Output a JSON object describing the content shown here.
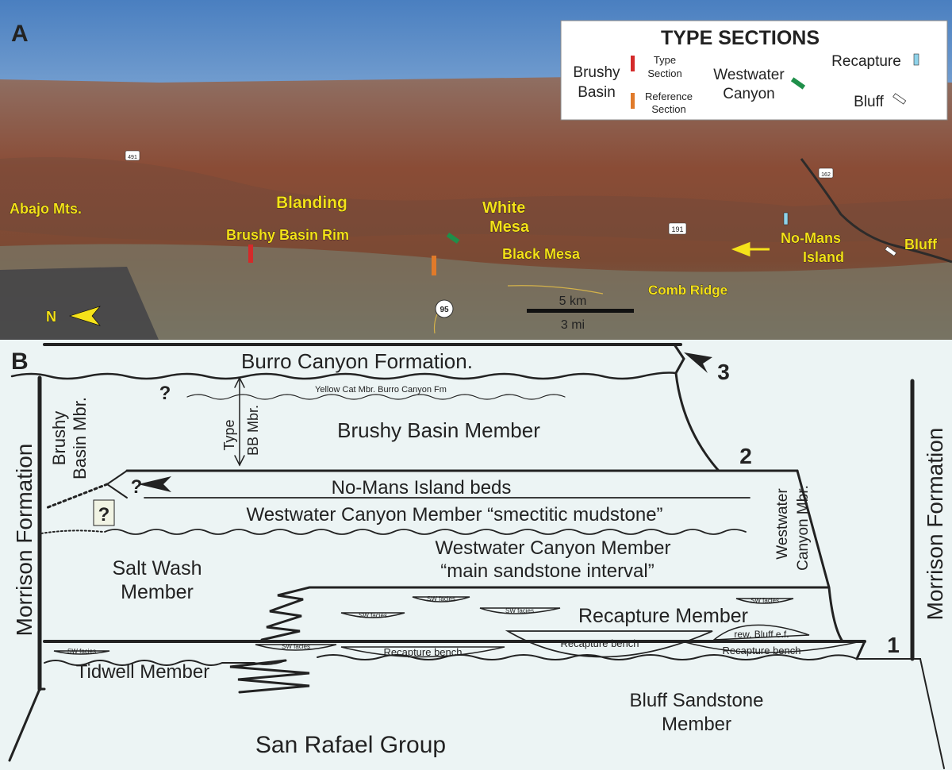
{
  "panel_a": {
    "letter": "A",
    "legend": {
      "title": "TYPE SECTIONS",
      "brushy_basin_line1": "Brushy",
      "brushy_basin_line2": "Basin",
      "type_section_line1": "Type",
      "type_section_line2": "Section",
      "reference_section_line1": "Reference",
      "reference_section_line2": "Section",
      "westwater_line1": "Westwater",
      "westwater_line2": "Canyon",
      "recapture": "Recapture",
      "bluff": "Bluff",
      "colors": {
        "type_section": "#d42a2a",
        "reference_section": "#e07a2a",
        "westwater": "#1f8f4a",
        "recapture": "#8fd3ea",
        "bluff": "#ffffff"
      }
    },
    "places": {
      "abajo": "Abajo Mts.",
      "blanding": "Blanding",
      "white_mesa_1": "White",
      "white_mesa_2": "Mesa",
      "brushy_basin_rim": "Brushy Basin Rim",
      "black_mesa": "Black Mesa",
      "no_mans_1": "No-Mans",
      "no_mans_2": "Island",
      "bluff": "Bluff",
      "comb_ridge": "Comb Ridge"
    },
    "roads": {
      "r491": "491",
      "r162": "162",
      "r191": "191",
      "r95": "95"
    },
    "north": "N",
    "scale": {
      "km": "5 km",
      "mi": "3 mi"
    }
  },
  "panel_b": {
    "letter": "B",
    "burro_canyon": "Burro Canyon Formation.",
    "yellow_cat": "Yellow Cat Mbr. Burro Canyon Fm",
    "brushy_basin_member": "Brushy Basin Member",
    "type_bb_1": "Type",
    "type_bb_2": "BB Mbr.",
    "brushy_basin_mbr_1": "Brushy",
    "brushy_basin_mbr_2": "Basin Mbr.",
    "morrison": "Morrison Formation",
    "question": "?",
    "no_mans_beds": "No-Mans Island beds",
    "smectitic": "Westwater Canyon Member “smectitic mudstone”",
    "ww_main_1": "Westwater Canyon Member",
    "ww_main_2": "“main sandstone interval”",
    "ww_mbr_1": "Westwater",
    "ww_mbr_2": "Canyon Mbr.",
    "salt_wash_1": "Salt Wash",
    "salt_wash_2": "Member",
    "recapture_member": "Recapture Member",
    "sw_facies": "SW facies",
    "recapture_bench": "Recapture bench",
    "rew_bluff": "rew. Bluff e.f.",
    "tidwell": "Tidwell Member",
    "bluff_sandstone_1": "Bluff Sandstone",
    "bluff_sandstone_2": "Member",
    "san_rafael": "San Rafael Group",
    "num1": "1",
    "num2": "2",
    "num3": "3"
  }
}
